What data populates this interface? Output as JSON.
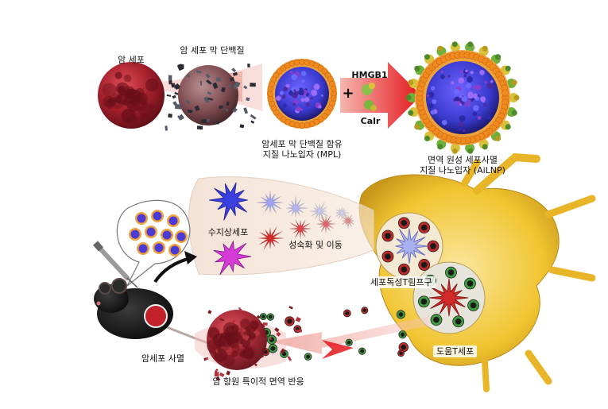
{
  "labels": {
    "cancer_cell": "암 세포",
    "membrane_protein": "암 세포 막 단백질",
    "mpl_line1": "암세포 막 단백질 함유",
    "mpl_line2": "지질 나노입자 (MPL)",
    "hmgb1": "HMGB1",
    "plus": "+",
    "calr": "Calr",
    "ailnp_line1": "면역 원성 세포사멸",
    "ailnp_line2": "지질 나노입자 (AiLNP)",
    "dendritic_cell": "수지상세포",
    "maturation": "성숙화 및 이동",
    "cytotoxic_t": "세포독성T림프구",
    "helper_t": "도움T세포",
    "cancer_death": "암세포 사멸",
    "immune_response": "암 항원 특이적 면역 반응"
  },
  "colors": {
    "cancer": "#a3202c",
    "arrow_red": "#e4161c",
    "lymph_yellow": "#f1c531",
    "lipid_orange": "#f0a23a",
    "core_blue": "#3a3ad0",
    "dc_blue": "#3c3fe0",
    "dc_magenta": "#d63ad8"
  }
}
